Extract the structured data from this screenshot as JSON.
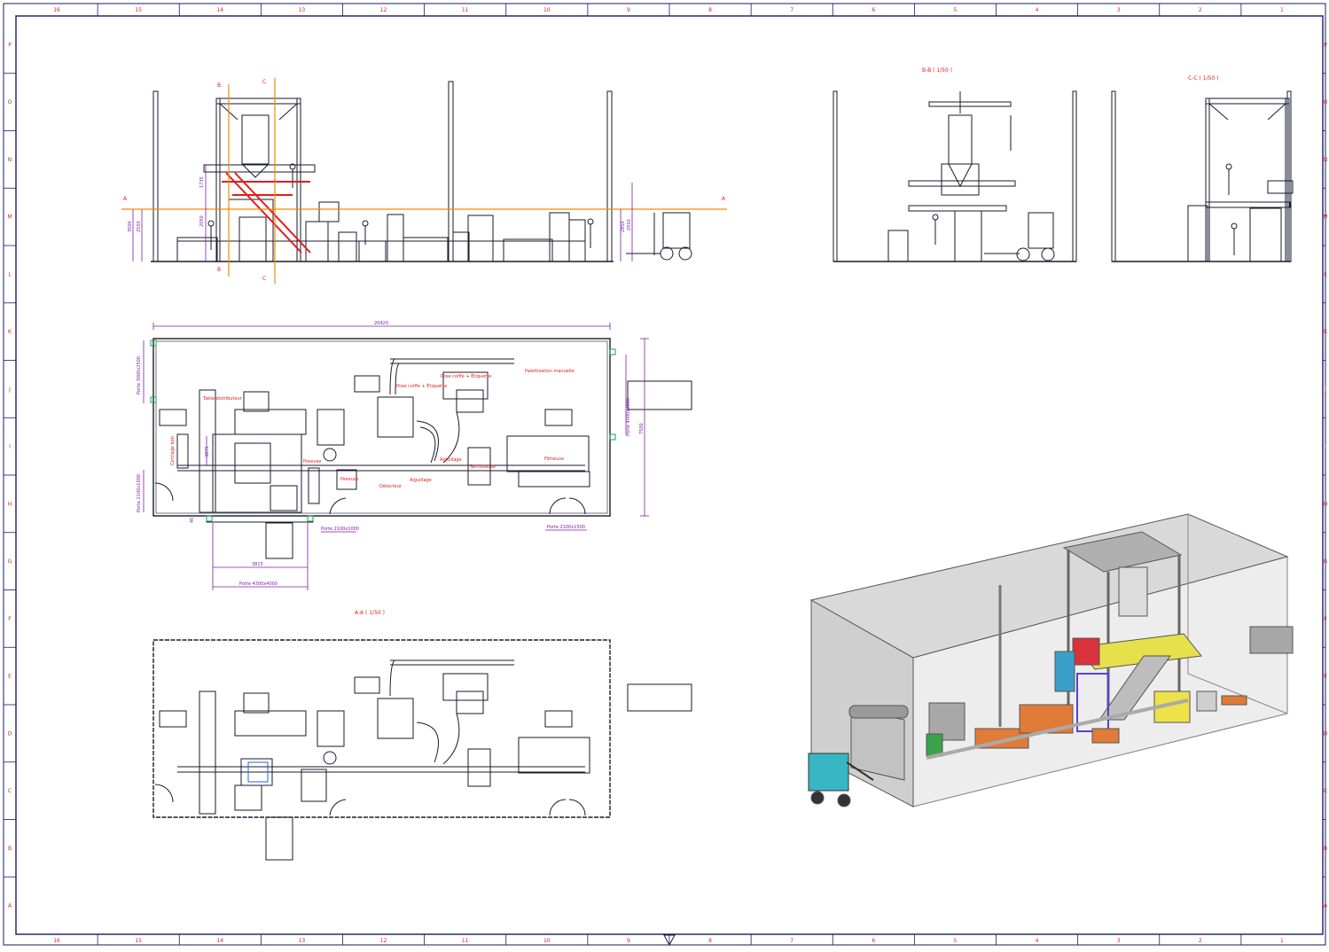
{
  "border": {
    "columns": [
      "16",
      "15",
      "14",
      "13",
      "12",
      "11",
      "10",
      "9",
      "8",
      "7",
      "6",
      "5",
      "4",
      "3",
      "2",
      "1"
    ],
    "rows": [
      "P",
      "O",
      "N",
      "M",
      "L",
      "K",
      "J",
      "I",
      "H",
      "G",
      "F",
      "E",
      "D",
      "C",
      "B",
      "A"
    ]
  },
  "views": {
    "section_bb": {
      "title": "B-B ( 1/50 )"
    },
    "section_cc": {
      "title": "C-C ( 1/50 )"
    },
    "section_aa": {
      "title": "A-A ( 1/50 )"
    }
  },
  "elevation": {
    "cut_labels": [
      "A",
      "A",
      "B",
      "B",
      "C",
      "C"
    ],
    "dims": [
      "1735",
      "3500",
      "2550",
      "2050",
      "2550",
      "2850"
    ]
  },
  "plan": {
    "dims": {
      "overall_length": "20420",
      "overall_width": "7500",
      "door_left": "Porte 3000x2500",
      "door_left_low": "Porte 2100x1000",
      "door_right": "Porte 4000x3000",
      "door_bottom_mid": "Porte 2100x1000",
      "door_bottom_right": "Porte 2100x1500",
      "dock_width": "3815",
      "dock_door": "Porte 4300x4000",
      "small_dim": "45",
      "side_dim": "3875"
    },
    "labels": {
      "table": "Table distributeur",
      "pose_coiffe_1": "Pose coiffe + Étiquette",
      "pose_coiffe_2": "Pose coiffe + Étiquette",
      "palettisation": "Palettisation manuelle",
      "cerclage": "Cerclage bob",
      "poseuse": "Poseuse",
      "peseuse": "Peseuse",
      "detecteur": "Détecteur",
      "aiguillage_1": "Aiguillage",
      "aiguillage_2": "Aiguillage",
      "sertisseuse": "Sertisseuse",
      "filmeuse": "Filmeuse"
    }
  },
  "colors": {
    "frame": "#1a1a66",
    "ink": "#1a1a2e",
    "annotation": "#e11d1d",
    "dimension": "#7b1fa2",
    "cutline": "#f08c00",
    "wall_3d": "#c9c9c9"
  }
}
